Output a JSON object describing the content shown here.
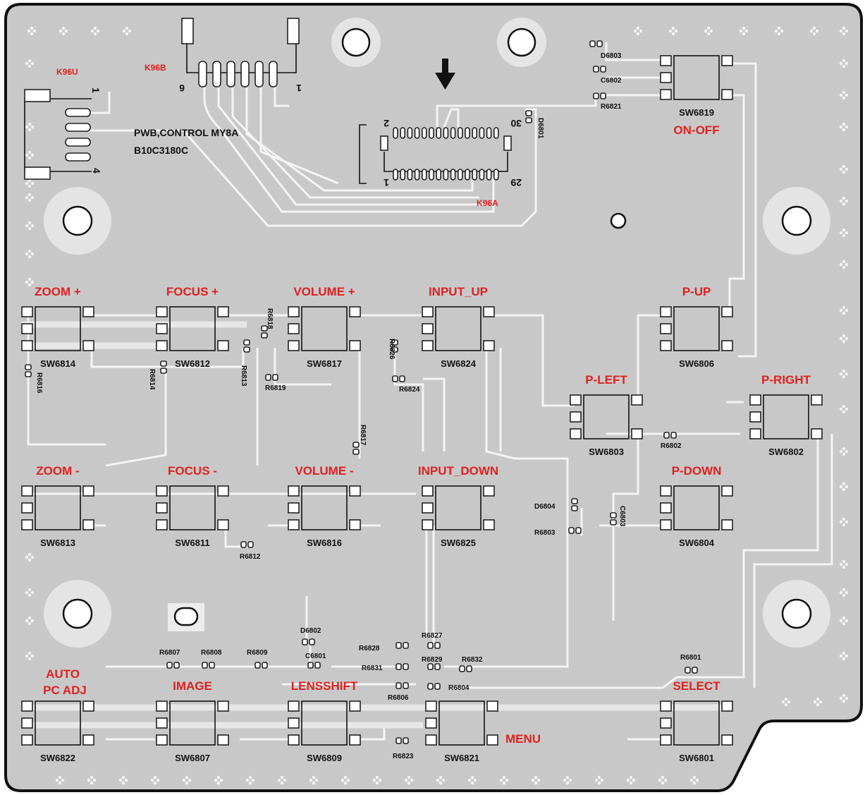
{
  "board": {
    "title_line1": "PWB,CONTROL MY8A",
    "title_line2": "B10C3180C",
    "colors": {
      "board": "#c8c8c8",
      "trace": "#f4f4f4",
      "label": "#e02020",
      "outline": "#111111"
    }
  },
  "connectors": {
    "k96u": {
      "name": "K96U",
      "pin_first": "1",
      "pin_last": "4"
    },
    "k96b": {
      "name": "K96B",
      "pin_first": "6",
      "pin_last": "1"
    },
    "k96a": {
      "name": "K96A",
      "pin_tl": "2",
      "pin_tr": "30",
      "pin_bl": "1",
      "pin_br": "29"
    }
  },
  "switches": [
    {
      "ref": "SW6814",
      "label": "ZOOM +"
    },
    {
      "ref": "SW6812",
      "label": "FOCUS +"
    },
    {
      "ref": "SW6817",
      "label": "VOLUME +"
    },
    {
      "ref": "SW6824",
      "label": "INPUT_UP"
    },
    {
      "ref": "SW6819",
      "label": "ON-OFF"
    },
    {
      "ref": "SW6806",
      "label": "P-UP"
    },
    {
      "ref": "SW6803",
      "label": "P-LEFT"
    },
    {
      "ref": "SW6802",
      "label": "P-RIGHT"
    },
    {
      "ref": "SW6813",
      "label": "ZOOM -"
    },
    {
      "ref": "SW6811",
      "label": "FOCUS -"
    },
    {
      "ref": "SW6816",
      "label": "VOLUME -"
    },
    {
      "ref": "SW6825",
      "label": "INPUT_DOWN"
    },
    {
      "ref": "SW6804",
      "label": "P-DOWN"
    },
    {
      "ref": "SW6822",
      "label": "AUTO",
      "label2": "PC ADJ"
    },
    {
      "ref": "SW6807",
      "label": "IMAGE"
    },
    {
      "ref": "SW6809",
      "label": "LENSSHIFT"
    },
    {
      "ref": "SW6821",
      "label": "MENU"
    },
    {
      "ref": "SW6801",
      "label": "SELECT"
    }
  ],
  "components": {
    "d6803": "D6803",
    "c6802": "C6802",
    "r6821": "R6821",
    "d6801": "D6801",
    "r6818": "R6818",
    "r6826": "R6826",
    "r6816": "R6816",
    "r6814": "R6814",
    "r6813": "R6813",
    "r6819": "R6819",
    "r6824": "R6824",
    "r6817": "R6817",
    "r6802": "R6802",
    "d6804": "D6804",
    "r6803": "R6803",
    "c6803": "C6803",
    "r6812": "R6812",
    "d6802": "D6802",
    "c6801": "C6801",
    "r6807": "R6807",
    "r6808": "R6808",
    "r6809": "R6809",
    "r6828": "R6828",
    "r6827": "R6827",
    "r6829": "R6829",
    "r6832": "R6832",
    "r6831": "R6831",
    "r6806": "R6806",
    "r6804": "R6804",
    "r6801": "R6801",
    "r6823": "R6823"
  }
}
